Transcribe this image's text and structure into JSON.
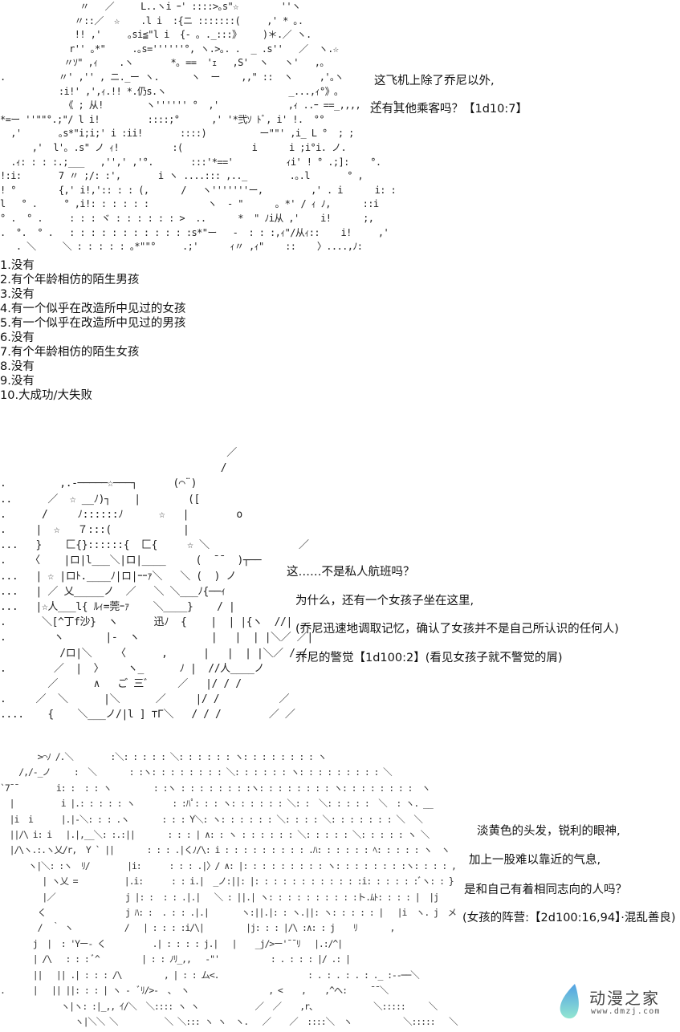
{
  "panel1": {
    "ascii_art": [
      "               〃   ／     L..ヽi ｰ' ::::>｡s\"☆        ''ヽ",
      "              〃::／  ☆    .l i  :{ニ :::::::(     ,' * ｡.",
      "              !! ,'     ｡si≦\"l i  {- ｡ ._:::》    )＊.／ ヽ.",
      "             r'' ｡*\"     .｡s=''''''°, ヽ.>｡. .  _ .s''   ／  ヽ.☆",
      "            〃ｿ\" ,ｨ    .ヽ       *｡ ==  'ｪ   ,S'  ヽ   ヽ'   ,｡",
      ".          〃' ,'' , ニ._ー ヽ.      ヽ  ー    ,,\" ::  ヽ     ,'｡ヽ",
      "           :i!' ,',ｨ.!! *.仍s.ヽ                       _...,ｨ°》｡",
      "            《 ; 从!        ヽ'''''' °  ,'             ,ｨ ..ｰ ==_,,,,  '°. °",
      "*=ー ''\"\"°.;\"/ l i!         ::::;°      ,' '*弐ｿ ﾄﾞ, i' !.  °°",
      "  ,'       ｡s*\"i;i;' i :ii!       ::::)          ー\"\"' ,i_ L °  ; ;",
      "      ,'  l'｡ .s\" ノ ｨ!          :(             i      i ;i°i. ノ.",
      "  .ｨ: : : :.;___   ,'',' ,'°.       :::'*=='          ｨi' ! ° .;]:    °.",
      "!:i:       7 〃 ;/: :',       i ヽ ....::: ,.._        .｡.l       ° ,",
      "! °        {,' i!,':: : : (,      /   ヽ'''''''ー,         ,' . i      i: :",
      "l   ° .     ° ,i!: : : : : :           ヽ  - \"      ｡ *' / ｨ ﾉ,      ::i",
      "° .  ° .     : : : ヾ : : : : : : >  ..      *  \" ﾉi从 ,'    i!      ;,",
      ".  °.  ° .   : : : : : : : : : : : :s*\"ー   -  : : :,ｨ\"/从ｨ::    i!     ,'",
      "   . ＼     ＼ : : : : : ｡*\"\"°     .;'      ｨ〃 ,ｨ\"    ::    〉....,ﾉ:"
    ]
  },
  "caption1": {
    "line1": "这飞机上除了乔尼以外,",
    "line2": "还有其他乘客吗？【1d10:7】"
  },
  "choices": [
    "1.没有",
    "2.有个年龄相仿的陌生男孩",
    "3.没有",
    "4.有一个似乎在改造所中见过的女孩",
    "5.有一个似乎在改造所中见过的男孩",
    "6.没有",
    "7.有个年龄相仿的陌生女孩",
    "8.没有",
    "9.没有",
    "10.大成功/大失败"
  ],
  "panel2": {
    "ascii_art": [
      "                                      ／",
      "                                     /",
      ".         ,.-─────☆───┐      (⌒¨)",
      "..      ／  ☆ __ﾉ)┐    |        ([",
      ".      /     ﾉ::::::ﾉ      ☆   |        o",
      ".     |  ☆   ７:::(            |",
      "...   }    匚{}::::::{  匚{     ☆ ＼               ／",
      ".    〈    |ロ|l___＼|ロ|____     (  ¯¯  )┬──",
      "...   | ☆ |ロﾄ.____ﾉ|ロ|ｰｰｧ＼   ＼ (  ) ノ",
      "...   | ／ 乂_____ノ  ／   ＼ ＼___ﾉ{──ｨ",
      "...   |☆人___l{ ﾙｨ=莞ｰｧ    ＼____}    / |",
      ".      ＼[^丁f沙}  ヽ      迅ﾉ  {    |  | |{ヽ  //|",
      ".        ヽ       |-  ヽ            |   |  | |＼／ ／|",
      "          /ロ|＼    〈      ,      |   |  | |＼／ / /",
      ".        ／  |  〉    ヽ_      ﾉ |  //人____ノ",
      "        ／      ∧   ご 三゛    ／   |/ / /",
      ".     ／  ＼      |＼      ／     |/ /          ／",
      "....    {    ＼___ノ/|l ] ⊤Γ＼   / / /        ／ ／"
    ]
  },
  "caption2": {
    "line1": "这……不是私人航班吗？",
    "line2": "为什么，还有一个女孩子坐在这里,",
    "line3": "(乔尼迅速地调取记忆，确认了女孩并不是自己所认识的任何人)",
    "line4": "乔尼的警觉【1d100:2】(看见女孩子就不警觉的屑)"
  },
  "panel3": {
    "ascii_art": [
      "        >⌒ﾉ /.＼        :＼: : : : : ＼: : : : : : ヽ: : : : : : : : ヽ",
      "    /,/‐_ノ     :  ＼       : :ヽ: : : : : : : : ＼: : : : : : ヽ: : : : : : : : : ＼",
      "`7¯¯        i: :  : : ヽ         : :ヽ : : : : : : : :ヽ: : : : : : : : ヽ: : : : : : : :  ヽ",
      "  |          i |.: : : : : ヽ        : :ﾊﾟ: : : ヽ: : : : : : ＼: :  ＼: : : : :  ＼  : ヽ. __",
      "  |i  i      |.|-＼: : : .ヽ       : : : Y＼: ヽ: : : : : : ＼: : : : ＼: : : : : : : ＼  ＼",
      "  ||/\\ i: i   |.|,__＼: :.:||       : : : | ∧: : ヽ : : : : : : ＼: : : : : ＼: : : : : ヽ ＼",
      "  |/\\ヽ.:.ヽ乂/r,  Y ` ||       : : : .|くﾉ/\\: i : : : : : : : : : .ﾊ: : : : : : ﾍ: : : : : ヽ  ヽ",
      "      ヽ|＼: :ヽ  ﾘ/        |i:      : : : .|〉/ ∧: |: : : : : : : : : ヽ: : : : : : : :ヽ: : : : ,",
      "         | ヽ乂 =          |.i:      : : i.|  _ノ:||: |: : : : : : : : : : : :i: : : : : :ﾞヽ: : }",
      "         |／               j |: :  : : .|.|   ＼ : ||.| ヽ: : : : : : : : : :ト.ﾑﾄ: : : : |  |j",
      "        く                 j ﾊ: :  . : : .|.|       ヽ:||.|: : ヽ.||: ヽ: : : : : |   |i  ヽ. j  メ",
      "        /  ｀ ヽ           /   | : : : :i/\\|         |j: : : |/\\ :∧: : j    ﾘ       ,",
      "       j  |  : 'Yー‐ く          .| : : : : j.|   |    _j/>ー'¯¯ﾘ   |.:/^|",
      "       | /\\   : : : ﾞ^         | : : ﾉﾘ_,,   ‐\"'           : . : : : |/ .: |",
      "       ||   || .| : : : /\\         , | : : ム<.                   : . : . : . : ._ :‐‐──＼",
      ".      |   || ||: : : | ヽ ‐  ﾞﾘ/>‐  、 ヽ                 , <    ,    ,^ヘ:     ¯¯＼",
      "             ヽ|ヽ: :|_,, ｲ/＼  ＼:::: ヽ ヽ            ／  ／    ,r、            ＼:::::     ＼",
      "                ヽ|＼＼ ＼          ＼ ＼::: ヽ ヽ  ヽ.   ／    ／  ::::＼  ヽ           ＼:::::   ＼"
    ]
  },
  "caption3": {
    "line1": "淡黄色的头发，锐利的眼神,",
    "line2": "加上一股难以靠近的气息,",
    "line3": "是和自己有着相同志向的人吗？",
    "line4": "(女孩的阵营:【2d100:16,94】·混乱善良)"
  },
  "watermark": {
    "icon": "leaf-drop-icon",
    "name": "动漫之家",
    "url": "www.dmzj.com",
    "colors": {
      "drop_top": "#4fa8e8",
      "drop_bottom": "#7fe0c8",
      "text": "#444444"
    }
  }
}
